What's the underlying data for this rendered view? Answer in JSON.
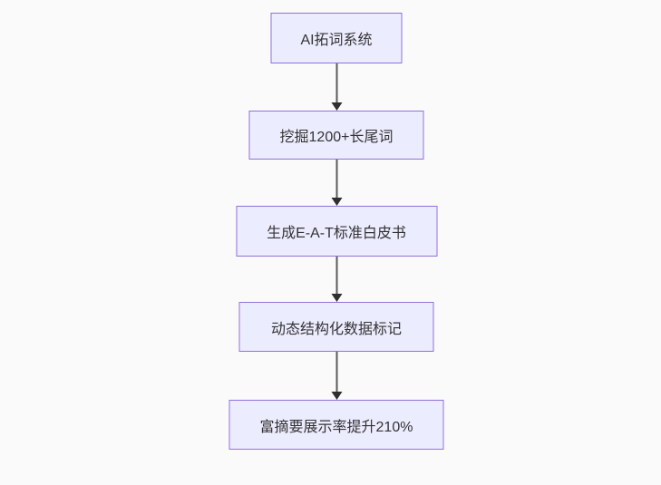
{
  "diagram": {
    "type": "flowchart",
    "direction": "top-down",
    "nodes": [
      {
        "id": "step-1",
        "label": "AI拓词系统"
      },
      {
        "id": "step-2",
        "label": "挖掘1200+长尾词"
      },
      {
        "id": "step-3",
        "label": "生成E-A-T标准白皮书"
      },
      {
        "id": "step-4",
        "label": "动态结构化数据标记"
      },
      {
        "id": "step-5",
        "label": "富摘要展示率提升210%"
      }
    ],
    "edges": [
      {
        "from": "step-1",
        "to": "step-2",
        "style": "arrow-down"
      },
      {
        "from": "step-2",
        "to": "step-3",
        "style": "arrow-down"
      },
      {
        "from": "step-3",
        "to": "step-4",
        "style": "arrow-down"
      },
      {
        "from": "step-4",
        "to": "step-5",
        "style": "arrow-down"
      }
    ],
    "colors": {
      "background": "#fafafa",
      "node_fill": "#ECECFF",
      "node_border": "#9370DB",
      "node_text": "#333333",
      "arrow_line": "#5a5a5a",
      "arrow_head": "#2f2f2f"
    }
  }
}
